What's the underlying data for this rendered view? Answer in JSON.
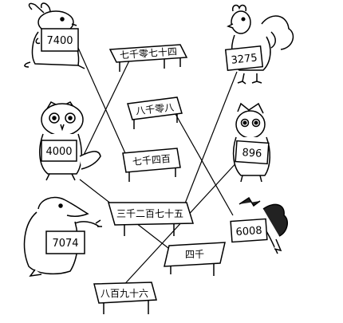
{
  "animals": [
    {
      "id": "rabbit",
      "number": "7400"
    },
    {
      "id": "owl",
      "number": "4000"
    },
    {
      "id": "penguin",
      "number": "7074"
    },
    {
      "id": "rooster",
      "number": "3275"
    },
    {
      "id": "small-owl",
      "number": "896"
    },
    {
      "id": "crow",
      "number": "6008"
    }
  ],
  "tables": [
    {
      "id": "t1",
      "text": "七千零七十四"
    },
    {
      "id": "t2",
      "text": "八千零八"
    },
    {
      "id": "t3",
      "text": "七千四百"
    },
    {
      "id": "t4",
      "text": "三千二百七十五"
    },
    {
      "id": "t5",
      "text": "四千"
    },
    {
      "id": "t6",
      "text": "八百九十六"
    }
  ]
}
